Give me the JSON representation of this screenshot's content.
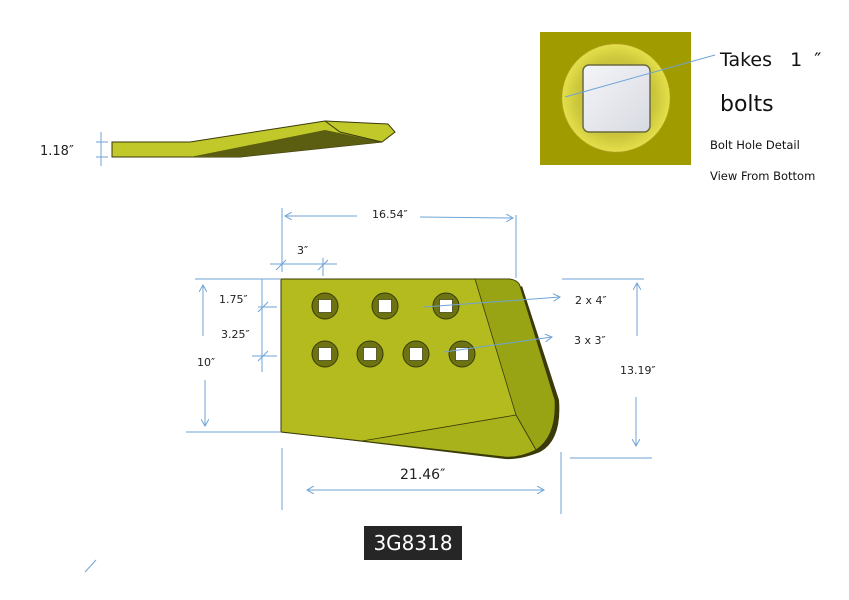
{
  "side_view": {
    "thickness": "1.18″"
  },
  "bolt_detail": {
    "callout_line1": "Takes   1  ″",
    "callout_line2": "bolts",
    "caption1": "Bolt Hole Detail",
    "caption2": "View From Bottom"
  },
  "front_view": {
    "dims": {
      "top_length": "16.54″",
      "hole_offset": "3″",
      "top_to_row1": "1.75″",
      "row_spacing": "3.25″",
      "left_height": "10″",
      "right_height": "13.19″",
      "bottom_length": "21.46″"
    },
    "callouts": {
      "row1": "2 x 4″",
      "row2": "3 x 3″"
    },
    "hole_rows": [
      3,
      4
    ]
  },
  "part_number": "3G8318",
  "colors": {
    "plate": "#b3bb1f",
    "plate_dark": "#8f9a10",
    "edge": "#3a3a0a",
    "dimension": "#6fa3d6",
    "detail_bg": "#a09c00"
  }
}
